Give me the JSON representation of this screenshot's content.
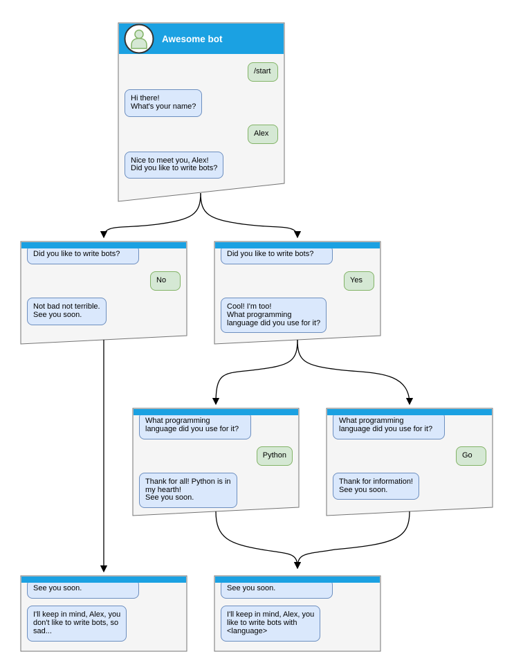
{
  "colors": {
    "header_blue": "#1ba1e2",
    "bot_bubble_fill": "#dae8fc",
    "bot_bubble_border": "#6c8ebf",
    "user_bubble_fill": "#d5e8d4",
    "user_bubble_border": "#82b366",
    "card_fill": "#f5f5f5",
    "card_border": "#737373",
    "arrow_color": "#000000"
  },
  "root": {
    "title": "Awesome bot",
    "avatar_icon": "person-icon",
    "bubbles": [
      {
        "side": "user",
        "text": "/start"
      },
      {
        "side": "bot",
        "text": "Hi there!\nWhat's your name?"
      },
      {
        "side": "user",
        "text": "Alex"
      },
      {
        "side": "bot",
        "text": "Nice to meet you, Alex!\nDid you like to write bots?"
      }
    ]
  },
  "nodes": {
    "branch_no": {
      "bubbles": [
        {
          "side": "bot",
          "text": "Did you like to write bots?"
        },
        {
          "side": "user",
          "text": "No"
        },
        {
          "side": "bot",
          "text": "Not bad not terrible.\nSee you soon."
        }
      ]
    },
    "branch_yes": {
      "bubbles": [
        {
          "side": "bot",
          "text": "Did you like to write bots?"
        },
        {
          "side": "user",
          "text": "Yes"
        },
        {
          "side": "bot",
          "text": "Cool! I'm too!\nWhat programming\nlanguage did you use for it?"
        }
      ]
    },
    "python": {
      "bubbles": [
        {
          "side": "bot",
          "text": "What programming\nlanguage did you use for it?"
        },
        {
          "side": "user",
          "text": "Python"
        },
        {
          "side": "bot",
          "text": "Thank for all! Python is in\nmy hearth!\nSee you soon."
        }
      ]
    },
    "go": {
      "bubbles": [
        {
          "side": "bot",
          "text": "What programming\nlanguage did you use for it?"
        },
        {
          "side": "user",
          "text": "Go"
        },
        {
          "side": "bot",
          "text": "Thank for information!\nSee you soon."
        }
      ]
    },
    "end_no": {
      "bubbles": [
        {
          "side": "bot",
          "text": "See you soon."
        },
        {
          "side": "bot",
          "text": "I'll keep in mind, Alex, you\ndon't like to write bots, so\nsad..."
        }
      ]
    },
    "end_yes": {
      "bubbles": [
        {
          "side": "bot",
          "text": "See you soon."
        },
        {
          "side": "bot",
          "text": "I'll keep in mind, Alex, you\nlike to write bots with\n<language>"
        }
      ]
    }
  }
}
